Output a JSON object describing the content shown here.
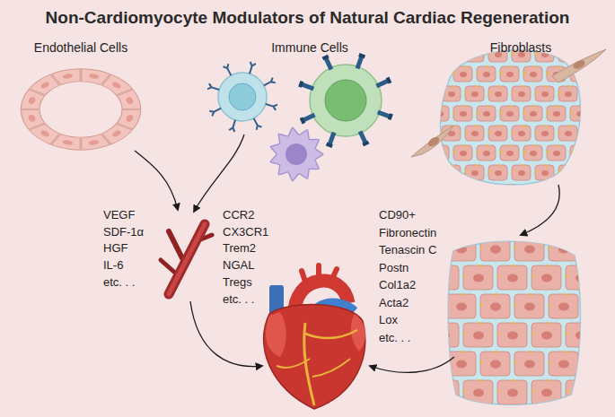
{
  "diagram": {
    "title": "Non-Cardiomyocyte Modulators of Natural Cardiac Regeneration",
    "nodes": [
      {
        "text": [
          "Endothelial Cells"
        ]
      },
      {
        "text": [
          "Immune Cells"
        ]
      },
      {
        "text": [
          "Fibroblasts"
        ]
      }
    ],
    "labels": [
      "VEGF",
      "SDF-1α",
      "HGF",
      "IL-6",
      "etc. . .",
      "CCR2",
      "CX3CR1",
      "Trem2",
      "NGAL",
      "Tregs",
      "etc. . .",
      "CD90+",
      "Fibronectin",
      "Tenascin C",
      "Postn",
      "Col1a2",
      "Acta2",
      "Lox",
      "etc. . ."
    ]
  }
}
